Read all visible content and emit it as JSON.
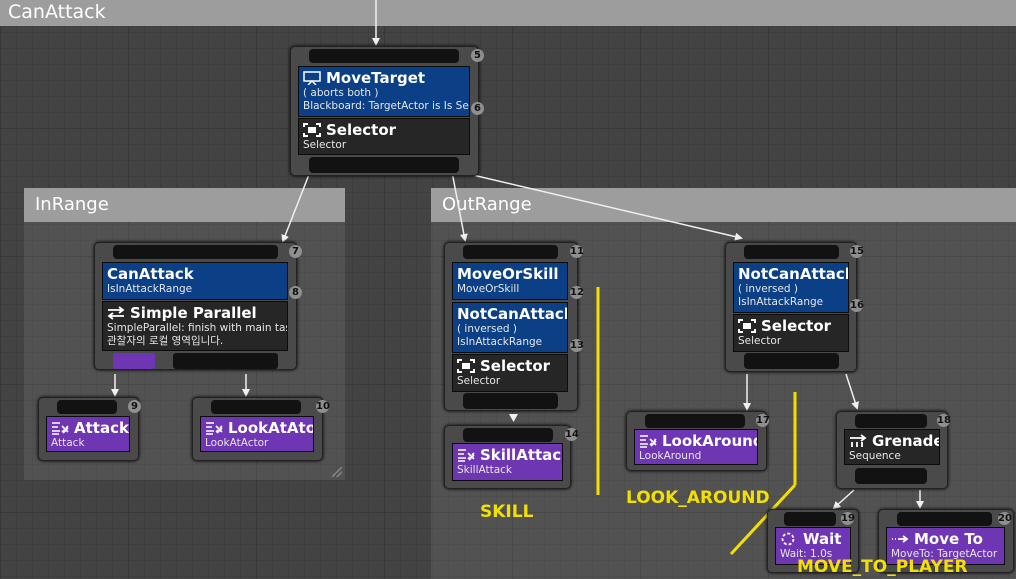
{
  "graph": {
    "title": "CanAttack"
  },
  "comments": {
    "in_range": "InRange",
    "out_range": "OutRange"
  },
  "nodes": {
    "root": {
      "index": "5",
      "decorator": {
        "index": "6",
        "title": "MoveTarget",
        "line1": "( aborts both )",
        "line2": "Blackboard: TargetActor is Is Set"
      },
      "title": "Selector",
      "subtitle": "Selector"
    },
    "in_range_parallel": {
      "index": "7",
      "decorator": {
        "index": "8",
        "title": "CanAttack",
        "line1": "IsInAttackRange"
      },
      "title": "Simple Parallel",
      "line1": "SimpleParallel: finish with main task",
      "line2": "관찰자의 로컬 영역입니다."
    },
    "attack": {
      "index": "9",
      "title": "Attack",
      "subtitle": "Attack"
    },
    "look_at_actor": {
      "index": "10",
      "title": "LookAtAtor",
      "subtitle": "LookAtActor"
    },
    "skill_selector": {
      "index": "11",
      "decorator1": {
        "index": "12",
        "title": "MoveOrSkill",
        "line1": "MoveOrSkill"
      },
      "decorator2": {
        "index": "13",
        "title": "NotCanAttack",
        "line1": "( inversed )",
        "line2": "IsInAttackRange"
      },
      "title": "Selector",
      "subtitle": "Selector"
    },
    "skill_attack": {
      "index": "14",
      "title": "SkillAttack",
      "subtitle": "SkillAttack"
    },
    "out_selector": {
      "index": "15",
      "decorator": {
        "index": "16",
        "title": "NotCanAttack",
        "line1": "( inversed )",
        "line2": "IsInAttackRange"
      },
      "title": "Selector",
      "subtitle": "Selector"
    },
    "look_around": {
      "index": "17",
      "title": "LookAround",
      "subtitle": "LookAround"
    },
    "grenade": {
      "index": "18",
      "title": "Grenade",
      "subtitle": "Sequence"
    },
    "wait": {
      "index": "19",
      "title": "Wait",
      "subtitle": "Wait: 1.0s"
    },
    "move_to": {
      "index": "20",
      "title": "Move To",
      "subtitle": "MoveTo: TargetActor"
    }
  },
  "annotations": {
    "skill": "SKILL",
    "look_around": "LOOK_AROUND",
    "move_to_player": "MOVE_TO_PLAYER"
  },
  "colors": {
    "decorator": "#0b3f86",
    "task": "#6e36b3",
    "composite": "#262626",
    "annotation": "#f3e000"
  },
  "icons": {
    "decorator": "monitor-icon",
    "selector": "selector-icon",
    "parallel": "parallel-icon",
    "task": "task-icon",
    "sequence": "sequence-icon",
    "wait": "wait-icon",
    "move_to": "move-to-icon"
  }
}
